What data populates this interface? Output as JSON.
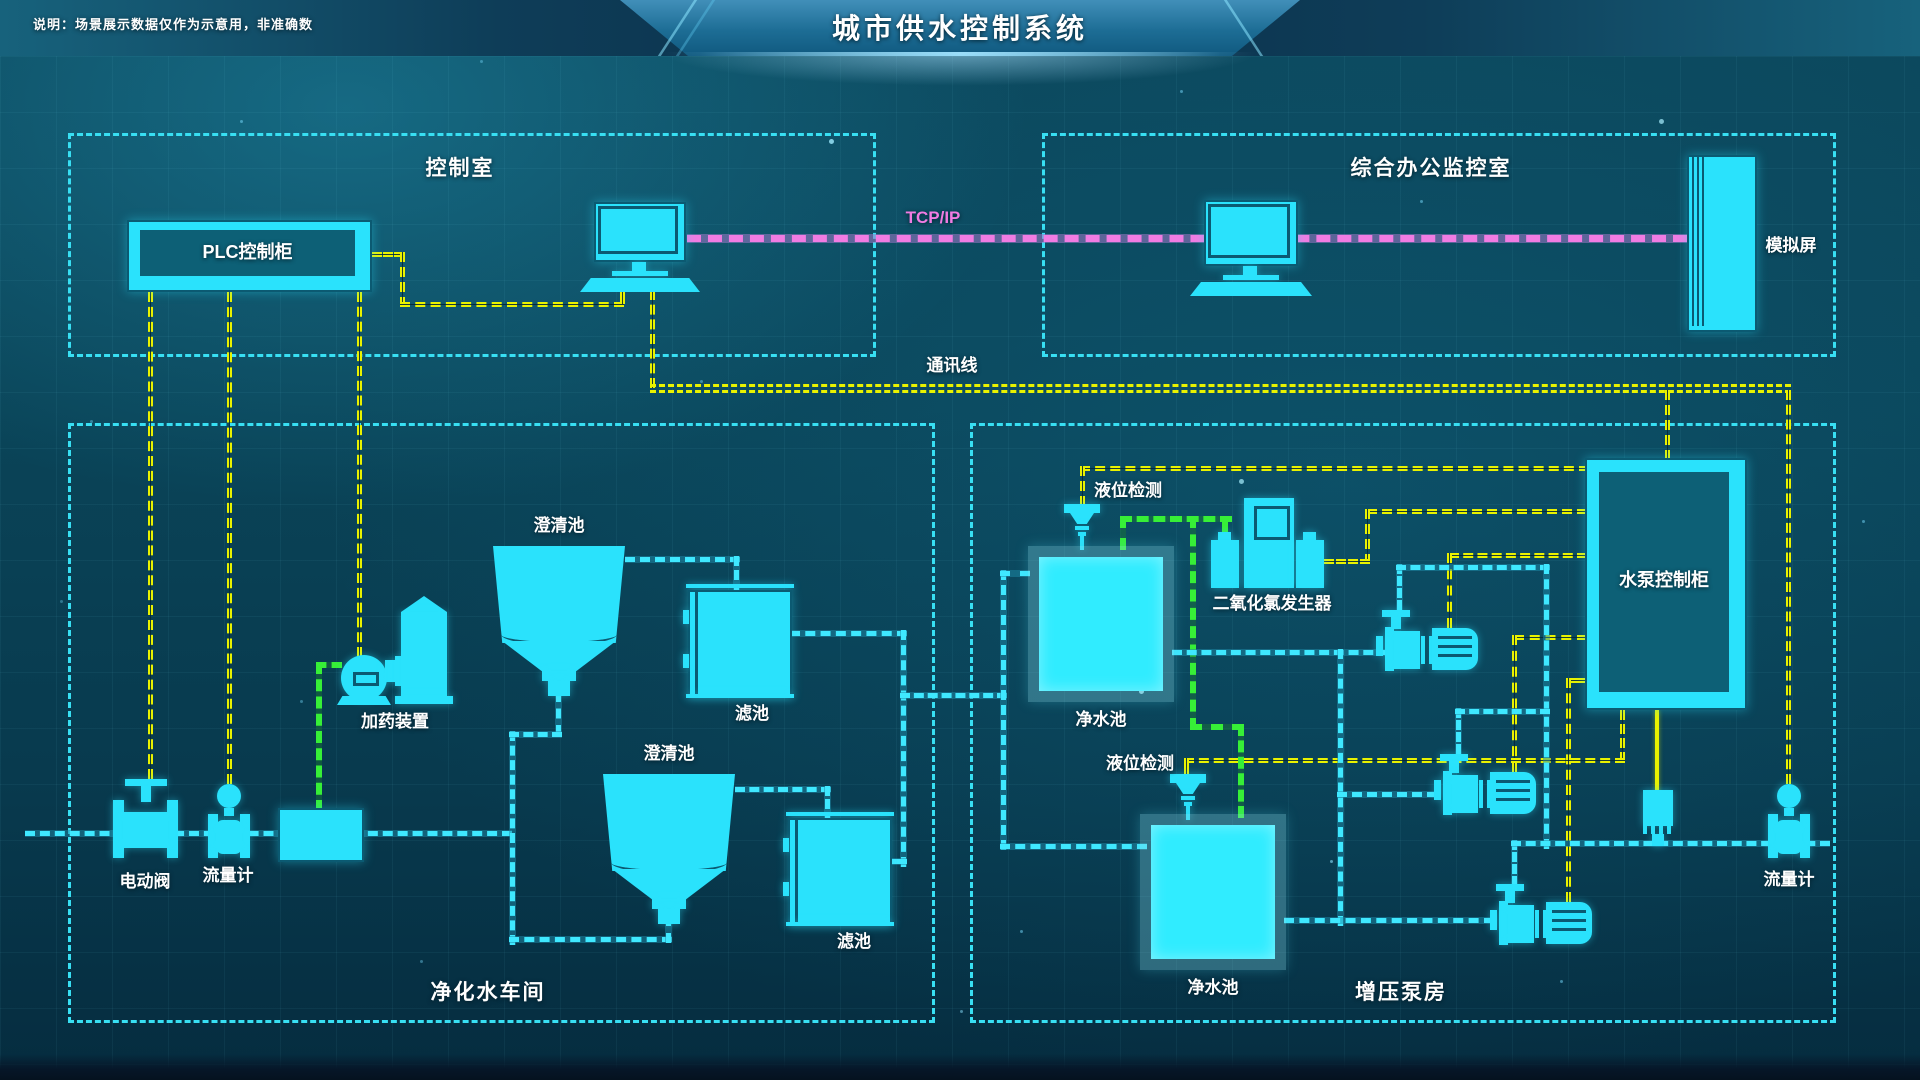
{
  "header": {
    "title": "城市供水控制系统",
    "note": "说明：场景展示数据仅作为示意用，非准确数"
  },
  "rooms": {
    "control_room": "控制室",
    "office": "综合办公监控室",
    "purification": "净化水车间",
    "pump_house": "增压泵房"
  },
  "links": {
    "tcp_ip": "TCP/IP",
    "comm": "通讯线"
  },
  "equipment": {
    "plc": "PLC控制柜",
    "sim_screen": "模拟屏",
    "pump_cabinet": "水泵控制柜",
    "dosing": "加药装置",
    "clarifier_a": "澄清池",
    "clarifier_b": "澄清池",
    "filter_a": "滤池",
    "filter_b": "滤池",
    "valve": "电动阀",
    "flowmeter_left": "流量计",
    "flowmeter_right": "流量计",
    "level_a": "液位检测",
    "level_b": "液位检测",
    "chlorine": "二氧化氯发生器",
    "tank_a": "净水池",
    "tank_b": "净水池"
  },
  "colors": {
    "device_cyan": "#2ae2fc",
    "pipe_cyan": "#3fe8ff",
    "signal_yellow": "#e9f200",
    "dosing_green": "#37ef37",
    "tcp_magenta": "#f07ce2",
    "background": "#0a4458",
    "panel_inner": "#0d6076"
  }
}
